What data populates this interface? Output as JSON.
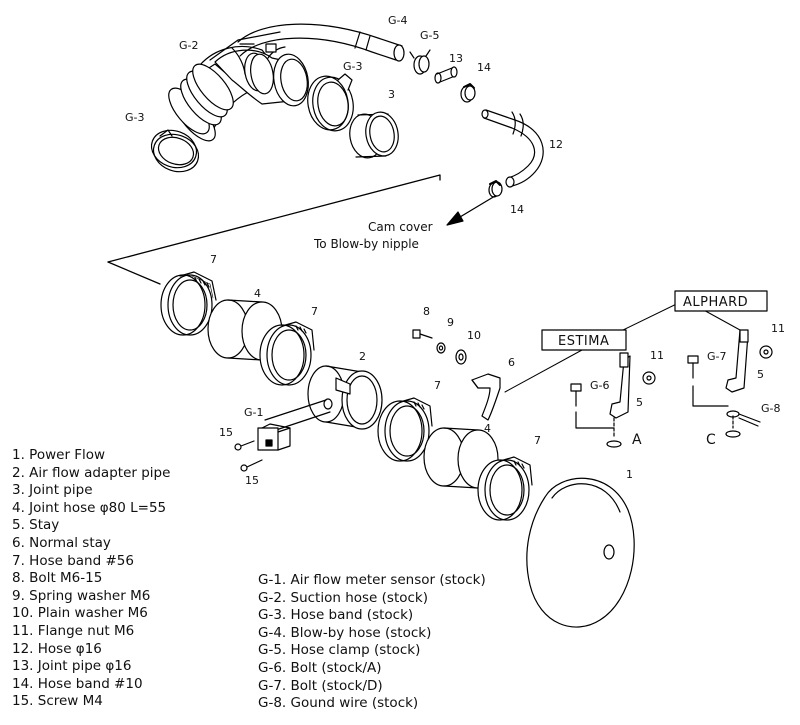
{
  "callouts": {
    "g4": "G-4",
    "g5": "G-5",
    "g2": "G-2",
    "g3a": "G-3",
    "g3b": "G-3",
    "n13": "13",
    "n14a": "14",
    "n3": "3",
    "n12": "12",
    "n14b": "14",
    "n7a": "7",
    "n4a": "4",
    "n7b": "7",
    "n2": "2",
    "n8": "8",
    "n9": "9",
    "n10": "10",
    "n6": "6",
    "n11a": "11",
    "n11b": "11",
    "g7": "G-7",
    "g6": "G-6",
    "n5a": "5",
    "n5b": "5",
    "g8": "G-8",
    "n7c": "7",
    "n4b": "4",
    "n7d": "7",
    "g1": "G-1",
    "n15a": "15",
    "n15b": "15",
    "n1": "1",
    "letter_a": "A",
    "letter_c": "C"
  },
  "notes": {
    "cam_cover": "Cam cover",
    "blowby_nipple": "To Blow-by nipple"
  },
  "boxes": {
    "alphard": "ALPHARD",
    "estima": "ESTIMA"
  },
  "legend_left": [
    "1. Power Flow",
    "2. Air flow adapter pipe",
    "3. Joint pipe",
    "4. Joint hose  φ80 L=55",
    "5. Stay",
    "6. Normal stay",
    "7. Hose band  #56",
    "8. Bolt  M6-15",
    "9. Spring washer  M6",
    "10. Plain washer  M6",
    "11. Flange nut  M6",
    "12. Hose  φ16",
    "13. Joint pipe  φ16",
    "14. Hose band  #10",
    "15. Screw  M4"
  ],
  "legend_right": [
    "G-1. Air flow meter sensor (stock)",
    "G-2. Suction hose (stock)",
    "G-3. Hose band (stock)",
    "G-4. Blow-by hose (stock)",
    "G-5. Hose clamp (stock)",
    "G-6. Bolt (stock/A)",
    "G-7. Bolt (stock/D)",
    "G-8. Gound wire (stock)"
  ]
}
